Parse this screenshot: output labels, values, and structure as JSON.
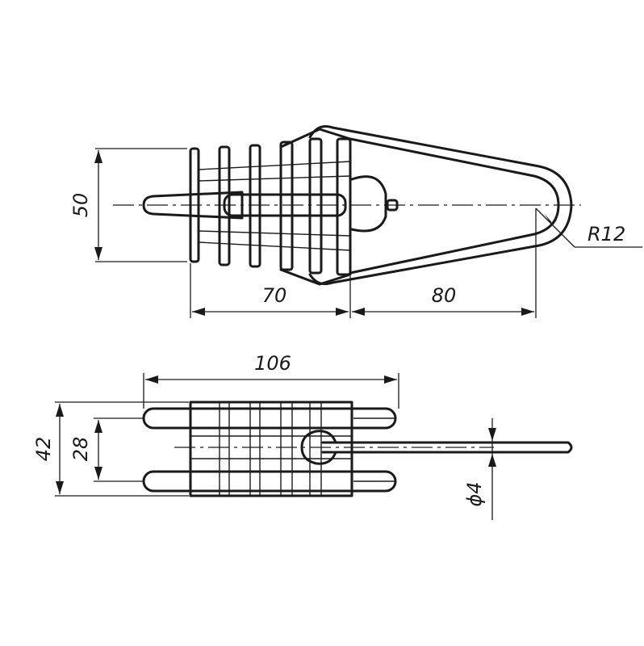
{
  "dimensions": {
    "height_top": "50",
    "length_body": "70",
    "length_loop": "80",
    "radius": "R12",
    "length_bottom": "106",
    "width_outer": "42",
    "width_inner": "28",
    "diameter": "ϕ4"
  },
  "colors": {
    "ink": "#1a1a1a",
    "paper": "#ffffff"
  }
}
